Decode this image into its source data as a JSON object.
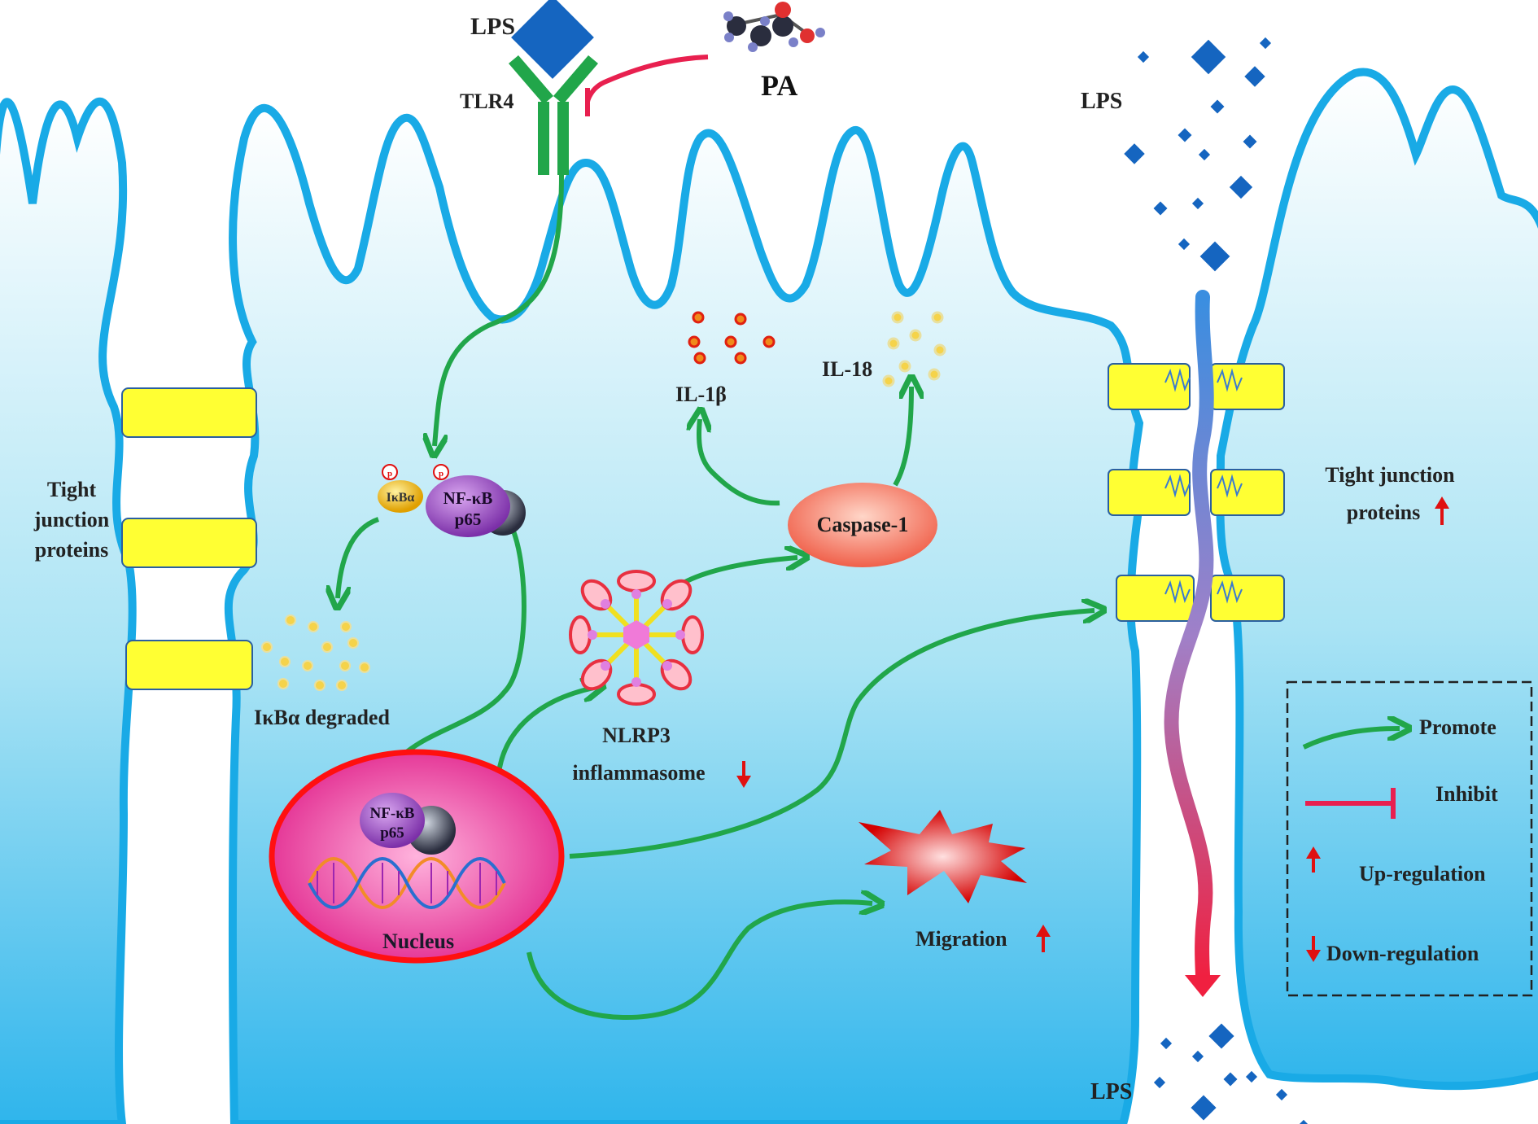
{
  "labels": {
    "lps_top": "LPS",
    "tlr4": "TLR4",
    "pa": "PA",
    "lps_right": "LPS",
    "lps_bottom": "LPS",
    "tight_left_1": "Tight",
    "tight_left_2": "junction",
    "tight_left_3": "proteins",
    "tight_right_1": "Tight junction",
    "tight_right_2": "proteins",
    "ikba": "IκBα",
    "nfkb": "NF-κB",
    "p65": "p65",
    "p": "p",
    "ikba_degraded": "IκBα degraded",
    "nucleus_nfkb": "NF-κB",
    "nucleus_p65": "p65",
    "nucleus": "Nucleus",
    "nlrp3_1": "NLRP3",
    "nlrp3_2": "inflammasome",
    "caspase": "Caspase-1",
    "il1b": "IL-1β",
    "il18": "IL-18",
    "migration": "Migration"
  },
  "legend": {
    "promote": "Promote",
    "inhibit": "Inhibit",
    "up": "Up-regulation",
    "down": "Down-regulation"
  },
  "colors": {
    "membrane": "#19aae6",
    "promote": "#21a64a",
    "inhibit": "#e8204f",
    "regulation": "#e01010",
    "lps": "#1565c0",
    "junction": "#ffff33"
  }
}
